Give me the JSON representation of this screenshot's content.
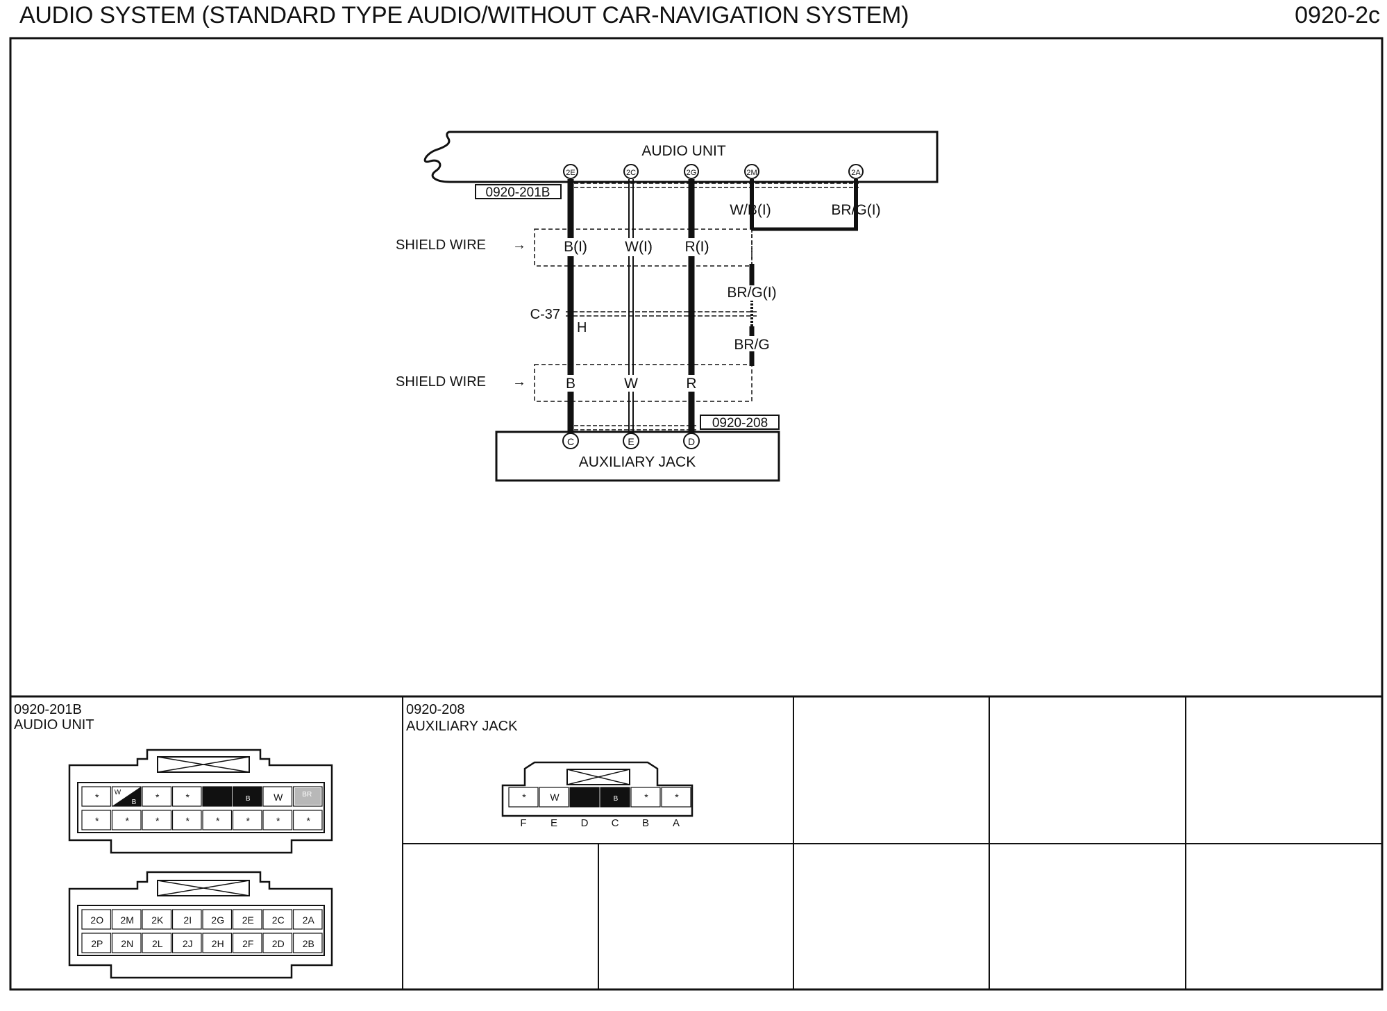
{
  "header": {
    "title": "AUDIO SYSTEM (STANDARD TYPE AUDIO/WITHOUT CAR-NAVIGATION SYSTEM)",
    "code": "0920-2c"
  },
  "diagram": {
    "audio_unit_label": "AUDIO UNIT",
    "aux_jack_label": "AUXILIARY JACK",
    "audio_connector_ref": "0920-201B",
    "aux_connector_ref": "0920-208",
    "shield_wire_top": "SHIELD WIRE",
    "shield_wire_bottom": "SHIELD WIRE",
    "junction_label": "C-37",
    "junction_pin": "H",
    "audio_pins": [
      {
        "pin": "2E"
      },
      {
        "pin": "2C"
      },
      {
        "pin": "2G"
      },
      {
        "pin": "2M"
      },
      {
        "pin": "2A"
      }
    ],
    "aux_pins": [
      {
        "pin": "C"
      },
      {
        "pin": "E"
      },
      {
        "pin": "D"
      }
    ],
    "wire_labels_top": [
      "B(I)",
      "W(I)",
      "R(I)"
    ],
    "wire_labels_bottom": [
      "B",
      "W",
      "R"
    ],
    "wb_label": "W/B(I)",
    "brg_top_label": "BR/G(I)",
    "brg_mid_label": "BR/G(I)",
    "brg_low_label": "BR/G"
  },
  "panels": {
    "audio_unit": {
      "ref": "0920-201B",
      "name": "AUDIO UNIT",
      "row1": [
        "*",
        "W/B",
        "*",
        "*",
        "",
        "B",
        "W",
        "BR"
      ],
      "row2": [
        "*",
        "*",
        "*",
        "*",
        "*",
        "*",
        "*",
        "*"
      ],
      "pins_row1": [
        "2O",
        "2M",
        "2K",
        "2I",
        "2G",
        "2E",
        "2C",
        "2A"
      ],
      "pins_row2": [
        "2P",
        "2N",
        "2L",
        "2J",
        "2H",
        "2F",
        "2D",
        "2B"
      ]
    },
    "aux_jack": {
      "ref": "0920-208",
      "name": "AUXILIARY JACK",
      "cells": [
        "*",
        "W",
        "",
        "B",
        "*",
        "*"
      ],
      "letters": [
        "F",
        "E",
        "D",
        "C",
        "B",
        "A"
      ]
    }
  }
}
